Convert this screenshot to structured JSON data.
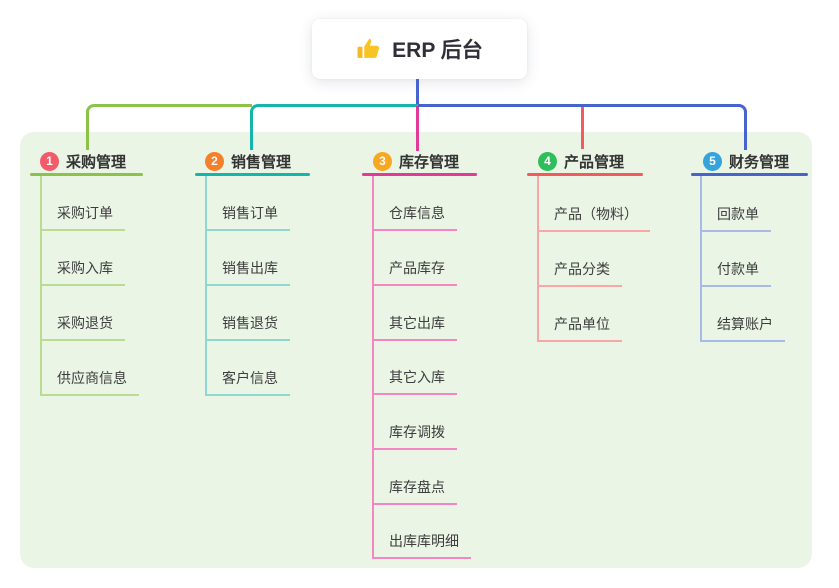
{
  "root": {
    "title": "ERP 后台",
    "icon": "thumbs-up"
  },
  "colors": {
    "canvas_bg": "#FFFFFF",
    "panel_bg": "#EAF5E6",
    "root_stem": "#4663CE",
    "text": "#3D3D3D",
    "title_text": "#333333"
  },
  "branches": [
    {
      "index": "1",
      "title": "采购管理",
      "badge_color": "#F35B68",
      "line_color": "#8BC34A",
      "child_line_color": "#B7DC92",
      "children": [
        "采购订单",
        "采购入库",
        "采购退货",
        "供应商信息"
      ]
    },
    {
      "index": "2",
      "title": "销售管理",
      "badge_color": "#F5802B",
      "line_color": "#15B5AB",
      "child_line_color": "#8FD8D2",
      "children": [
        "销售订单",
        "销售出库",
        "销售退货",
        "客户信息"
      ]
    },
    {
      "index": "3",
      "title": "库存管理",
      "badge_color": "#F7A823",
      "line_color": "#E23A97",
      "child_line_color": "#F287C4",
      "children": [
        "仓库信息",
        "产品库存",
        "其它出库",
        "其它入库",
        "库存调拨",
        "库存盘点",
        "出库库明细"
      ]
    },
    {
      "index": "4",
      "title": "产品管理",
      "badge_color": "#2FBF5A",
      "line_color": "#F25B5B",
      "child_line_color": "#F8A6A6",
      "children": [
        "产品（物料）",
        "产品分类",
        "产品单位"
      ]
    },
    {
      "index": "5",
      "title": "财务管理",
      "badge_color": "#35A3DC",
      "line_color": "#4663CE",
      "child_line_color": "#A7BAE8",
      "children": [
        "回款单",
        "付款单",
        "结算账户"
      ]
    }
  ]
}
